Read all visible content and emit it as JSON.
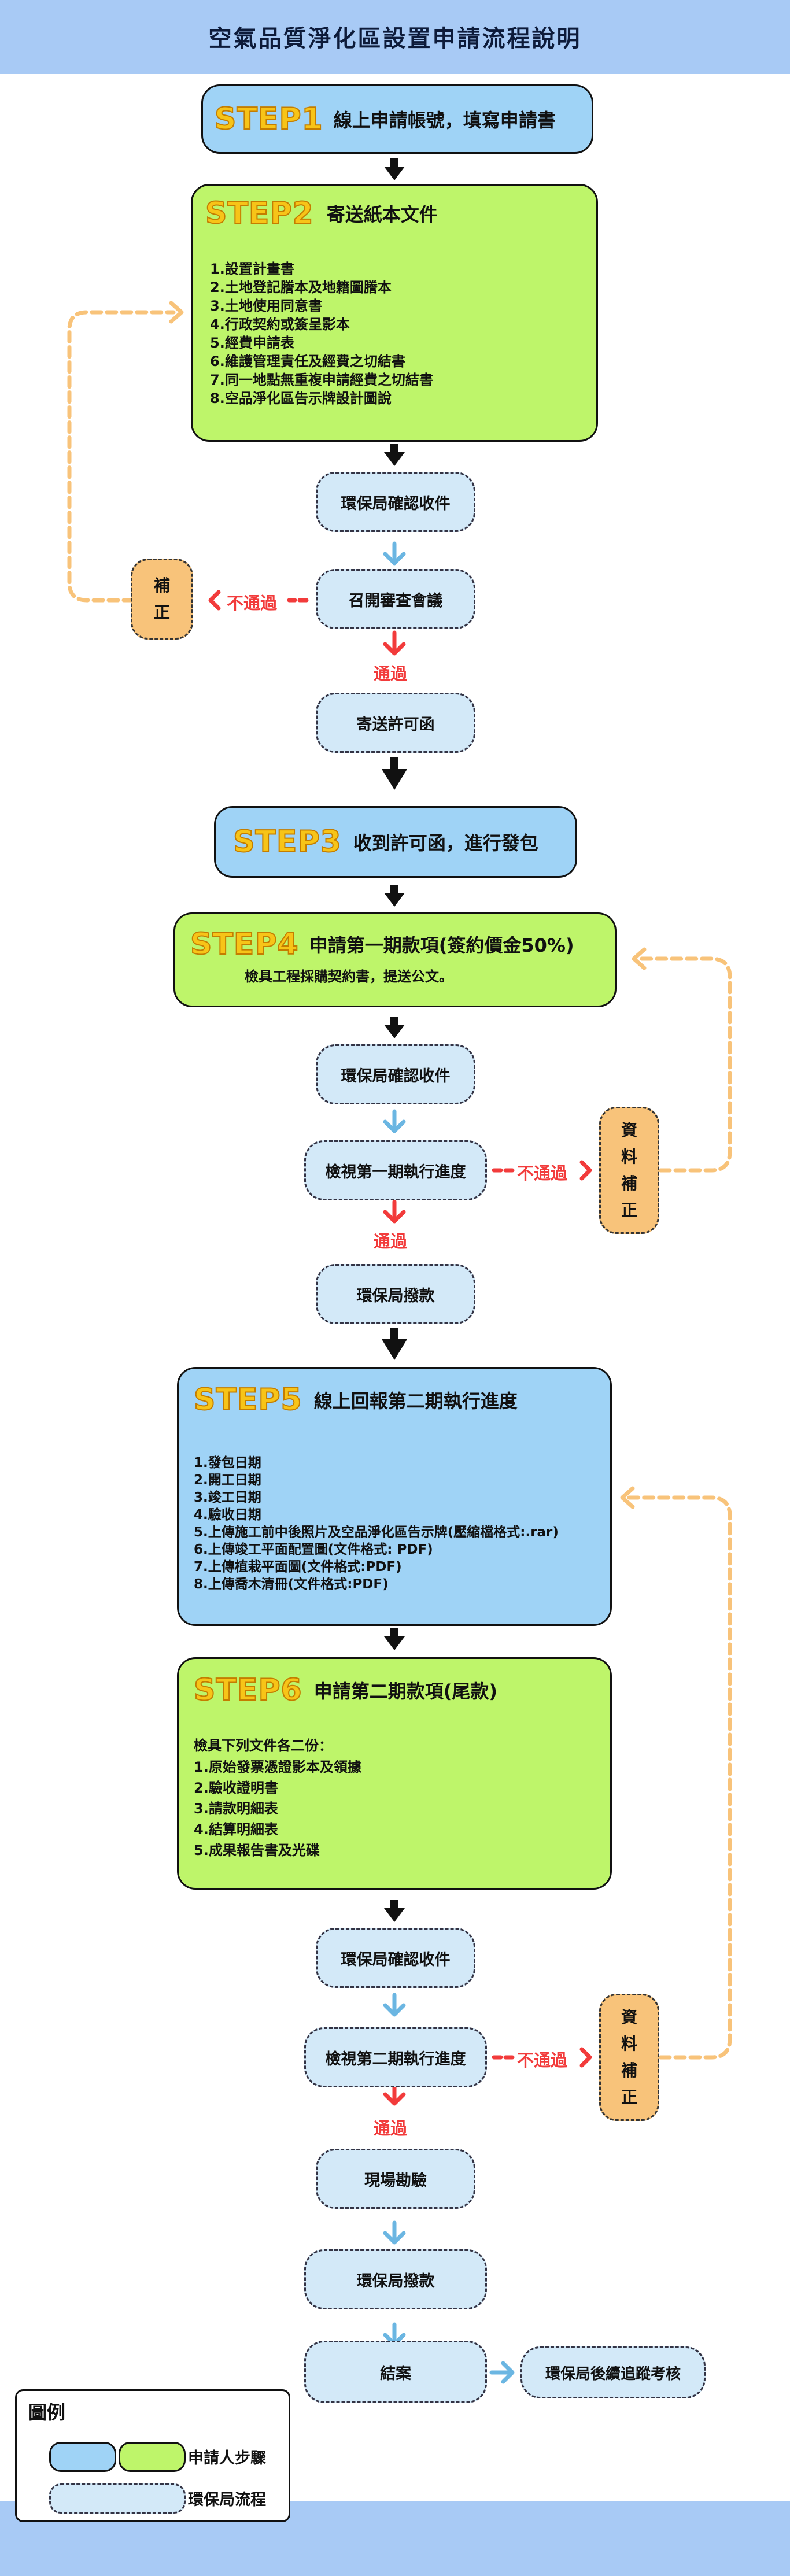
{
  "title": "空氣品質淨化區設置申請流程說明",
  "step1": {
    "tag": "STEP1",
    "title": "線上申請帳號，填寫申請書"
  },
  "step2": {
    "tag": "STEP2",
    "title": "寄送紙本文件",
    "items": [
      "1.設置計畫書",
      "2.土地登記謄本及地籍圖謄本",
      "3.土地使用同意書",
      "4.行政契約或簽呈影本",
      "5.經費申請表",
      "6.維護管理責任及經費之切結書",
      "7.同一地點無重複申請經費之切結書",
      "8.空品淨化區告示牌設計圖說"
    ]
  },
  "flow1": {
    "confirm": "環保局確認收件",
    "meeting": "召開審查會議",
    "supplement": [
      "補",
      "正"
    ],
    "fail": "不通過",
    "pass": "通過",
    "permit": "寄送許可函"
  },
  "step3": {
    "tag": "STEP3",
    "title": "收到許可函，進行發包"
  },
  "step4": {
    "tag": "STEP4",
    "title": "申請第一期款項(簽約價金50%)",
    "subtitle": "檢具工程採購契約書，提送公文。"
  },
  "flow2": {
    "confirm": "環保局確認收件",
    "review": "檢視第一期執行進度",
    "fail": "不通過",
    "supplement": [
      "資",
      "料",
      "補",
      "正"
    ],
    "pass": "通過",
    "pay": "環保局撥款"
  },
  "step5": {
    "tag": "STEP5",
    "title": "線上回報第二期執行進度",
    "items": [
      "1.發包日期",
      "2.開工日期",
      "3.竣工日期",
      "4.驗收日期",
      "5.上傳施工前中後照片及空品淨化區告示牌(壓縮檔格式:.rar)",
      "6.上傳竣工平面配置圖(文件格式: PDF)",
      "7.上傳植栽平面圖(文件格式:PDF)",
      "8.上傳喬木清冊(文件格式:PDF)"
    ]
  },
  "step6": {
    "tag": "STEP6",
    "title": "申請第二期款項(尾款)",
    "intro": "檢具下列文件各二份：",
    "items": [
      "1.原始發票憑證影本及領據",
      "2.驗收證明書",
      "3.請款明細表",
      "4.結算明細表",
      "5.成果報告書及光碟"
    ]
  },
  "flow3": {
    "confirm": "環保局確認收件",
    "review": "檢視第二期執行進度",
    "fail": "不通過",
    "supplement": [
      "資",
      "料",
      "補",
      "正"
    ],
    "pass": "通過",
    "inspect": "現場勘驗",
    "pay": "環保局撥款",
    "close": "結案",
    "followup": "環保局後續追蹤考核"
  },
  "legend": {
    "title": "圖例",
    "applicant": "申請人步驟",
    "epa": "環保局流程"
  },
  "colors": {
    "header": "#a8caf5",
    "step_blue": "#9fd3f6",
    "step_green": "#bef56a",
    "epa_box": "#d3e9f8",
    "supplement": "#f8c37a",
    "fail_red": "#f23b3b",
    "loop_orange": "#f8c37a",
    "arrow_blue": "#6bb6e2"
  }
}
